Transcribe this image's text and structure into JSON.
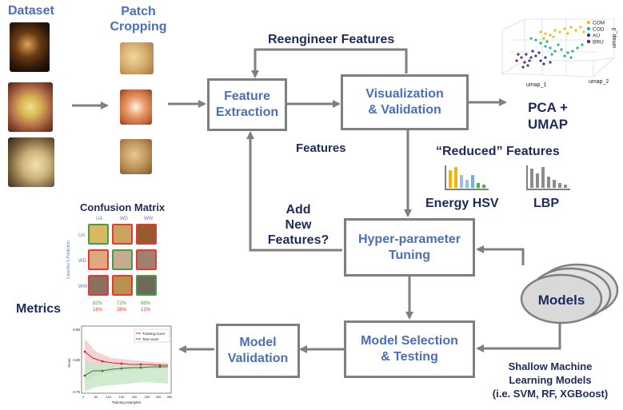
{
  "labels": {
    "dataset": "Dataset",
    "patch_cropping": "Patch\nCropping",
    "reengineer": "Reengineer Features",
    "features": "Features",
    "add_new_features": "Add\nNew\nFeatures?",
    "pca_umap": "PCA +\nUMAP",
    "reduced_features": "“Reduced” Features",
    "energy_hsv": "Energy HSV",
    "lbp": "LBP",
    "confusion_matrix": "Confusion Matrix",
    "metrics": "Metrics",
    "shallow_models": "Shallow Machine\nLearning Models\n(i.e. SVM, RF, XGBoost)"
  },
  "boxes": {
    "feature_extraction": "Feature\nExtraction",
    "visualization": "Visualization\n& Validation",
    "hyper_parameter": "Hyper-parameter\nTuning",
    "model_selection": "Model Selection\n& Testing",
    "model_validation": "Model\nValidation",
    "models": "Models"
  },
  "umap_plot": {
    "legend": [
      "COM",
      "COD",
      "AU",
      "BRU"
    ],
    "legend_colors": [
      "#e8c21a",
      "#2bb58c",
      "#3b3b8f",
      "#6a2a7a"
    ],
    "xlabel": "umap_1",
    "ylabel": "umap_2",
    "zlabel": "umap_3"
  },
  "confusion": {
    "columns": [
      "UA",
      "WD",
      "WW"
    ],
    "rows": [
      "UA",
      "WD",
      "WW"
    ],
    "side_label": "Classifier's Prediction",
    "correct_pct": [
      "82%",
      "72%",
      "88%"
    ],
    "wrong_pct": [
      "18%",
      "28%",
      "12%"
    ]
  },
  "learning_curve": {
    "legend": [
      "Training score",
      "Test score"
    ],
    "xlabel": "Training examples",
    "ylabel": "Score",
    "yticks": [
      "0.85",
      "0.80",
      "0.75"
    ],
    "xticks": [
      "0",
      "50",
      "100",
      "150",
      "200",
      "250",
      "300",
      "350"
    ]
  }
}
